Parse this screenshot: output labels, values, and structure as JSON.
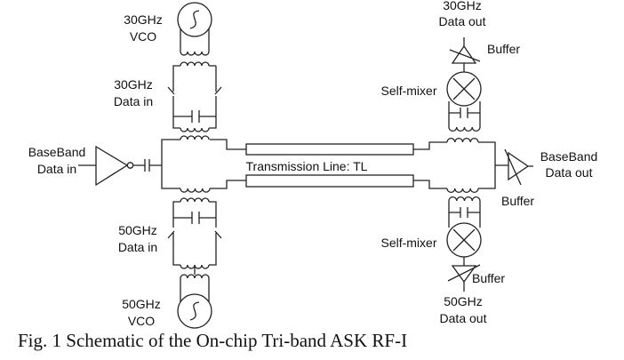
{
  "labels": {
    "vco30": [
      "30GHz",
      "VCO"
    ],
    "data_in_30": [
      "30GHz",
      "Data in"
    ],
    "baseband_in": [
      "BaseBand",
      "Data in"
    ],
    "data_in_50": [
      "50GHz",
      "Data in"
    ],
    "vco50": [
      "50GHz",
      "VCO"
    ],
    "transmission_line": "Transmission Line: TL",
    "data_out_30": [
      "30GHz",
      "Data out"
    ],
    "buffer_30": "Buffer",
    "self_mixer_30": "Self-mixer",
    "baseband_out": [
      "BaseBand",
      "Data out"
    ],
    "buffer_bb": "Buffer",
    "self_mixer_50": "Self-mixer",
    "buffer_50": "Buffer",
    "data_out_50": [
      "50GHz",
      "Data out"
    ]
  },
  "caption": "Fig. 1 Schematic of the On-chip Tri-band ASK RF-I"
}
